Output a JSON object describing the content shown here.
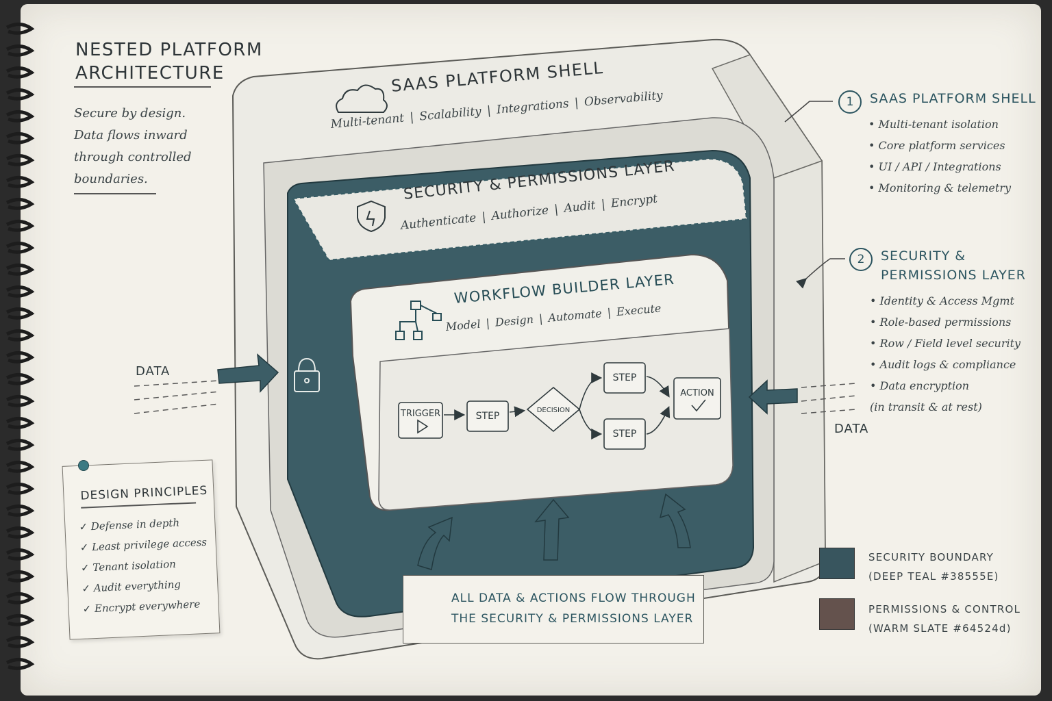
{
  "title": "NESTED PLATFORM\nARCHITECTURE",
  "intro": "Secure by design.\nData flows inward\nthrough controlled\nboundaries.",
  "colors": {
    "security_boundary": "#38555e",
    "permissions_control": "#64524d",
    "paper": "#f3f1ea"
  },
  "shell": {
    "label": "SAAS PLATFORM SHELL",
    "icon": "cloud-icon",
    "features_text": "Multi-tenant | Scalability | Integrations | Observability"
  },
  "security": {
    "label": "SECURITY & PERMISSIONS LAYER",
    "icon": "shield-icon",
    "features_text": "Authenticate | Authorize | Audit | Encrypt"
  },
  "workflow": {
    "label": "WORKFLOW BUILDER LAYER",
    "icon": "flowchart-icon",
    "features_text": "Model | Design | Automate | Execute",
    "nodes": {
      "trigger": "TRIGGER",
      "step": "STEP",
      "decision": "DECISION",
      "step_top": "STEP",
      "step_bottom": "STEP",
      "action": "ACTION"
    }
  },
  "data_left": "DATA",
  "data_right": "DATA",
  "side_shell": {
    "number": "1",
    "heading": "SAAS PLATFORM SHELL",
    "items": [
      "Multi-tenant isolation",
      "Core platform services",
      "UI / API / Integrations",
      "Monitoring & telemetry"
    ]
  },
  "side_security": {
    "number": "2",
    "heading": "SECURITY &\nPERMISSIONS LAYER",
    "items": [
      "Identity & Access Mgmt",
      "Role-based permissions",
      "Row / Field level security",
      "Audit logs & compliance",
      "Data encryption\n(in transit & at rest)"
    ]
  },
  "principles": {
    "heading": "DESIGN PRINCIPLES",
    "items": [
      "Defense in depth",
      "Least privilege access",
      "Tenant isolation",
      "Audit everything",
      "Encrypt everywhere"
    ]
  },
  "callout": "ALL DATA & ACTIONS FLOW THROUGH\nTHE SECURITY & PERMISSIONS LAYER",
  "legend": [
    {
      "label": "SECURITY BOUNDARY\n(DEEP TEAL #38555E)",
      "color": "#38555e"
    },
    {
      "label": "PERMISSIONS & CONTROL\n(WARM SLATE #64524d)",
      "color": "#64524d"
    }
  ]
}
